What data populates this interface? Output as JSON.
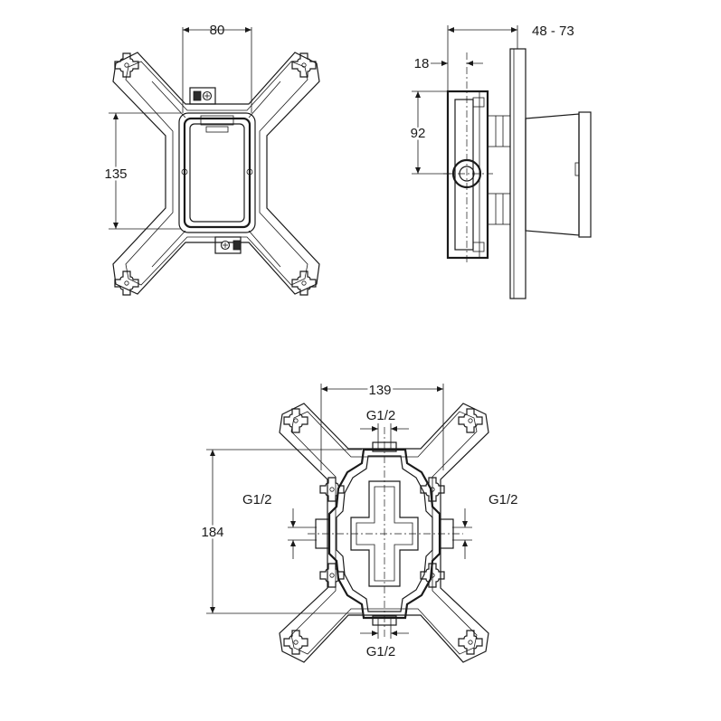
{
  "front_view": {
    "width_label": "80",
    "height_label": "135"
  },
  "side_view": {
    "depth_label": "48 - 73",
    "offset_label": "18",
    "center_label": "92"
  },
  "bottom_view": {
    "width_label": "139",
    "height_label": "184",
    "port_top_label": "G1/2",
    "port_left_label": "G1/2",
    "port_right_label": "G1/2",
    "port_bottom_label": "G1/2"
  }
}
